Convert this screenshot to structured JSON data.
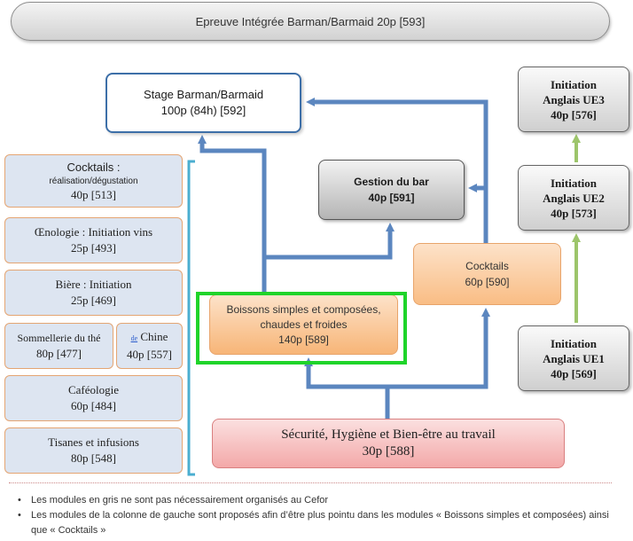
{
  "title": "Epreuve Intégrée Barman/Barmaid 20p [593]",
  "stage": {
    "line1": "Stage Barman/Barmaid",
    "line2": "100p (84h) [592]"
  },
  "left_modules": {
    "cocktails": {
      "line1": "Cocktails :",
      "line2": "réalisation/dégustation",
      "line3": "40p [513]"
    },
    "oenologie": {
      "line1": "Œnologie : Initiation vins",
      "line2": "25p [493]"
    },
    "biere": {
      "line1": "Bière : Initiation",
      "line2": "25p [469]"
    },
    "sommellerie_the": {
      "line1": "Sommellerie du thé",
      "line2": "80p [477]"
    },
    "chine": {
      "link": "de",
      "word": "Chine",
      "line2": "40p [557]"
    },
    "cafeologie": {
      "line1": "Caféologie",
      "line2": "60p [484]"
    },
    "tisanes": {
      "line1": "Tisanes et infusions",
      "line2": "80p [548]"
    }
  },
  "gestion": {
    "line1": "Gestion du bar",
    "line2": "40p [591]"
  },
  "cocktails_main": {
    "line1": "Cocktails",
    "line2": "60p [590]"
  },
  "boissons": {
    "line1": "Boissons simples et composées,",
    "line2": "chaudes et froides",
    "line3": "140p [589]"
  },
  "securite": {
    "line1": "Sécurité, Hygiène et Bien-être au travail",
    "line2": "30p [588]"
  },
  "anglais": [
    {
      "line1": "Initiation",
      "line2": "Anglais UE3",
      "line3": "40p [576]"
    },
    {
      "line1": "Initiation",
      "line2": "Anglais UE2",
      "line3": "40p [573]"
    },
    {
      "line1": "Initiation",
      "line2": "Anglais UE1",
      "line3": "40p [569]"
    }
  ],
  "notes": [
    "Les modules en gris ne sont pas nécessairement organisés au Cefor",
    "Les modules de la colonne de gauche sont proposés afin d’être plus pointu dans les modules « Boissons simples et composées) ainsi que « Cocktails »"
  ],
  "colors": {
    "connector_blue": "#5b86bf",
    "connector_green": "#9dc56b",
    "highlight_green": "#1fd42a",
    "bracket_cyan": "#4aaed0"
  }
}
